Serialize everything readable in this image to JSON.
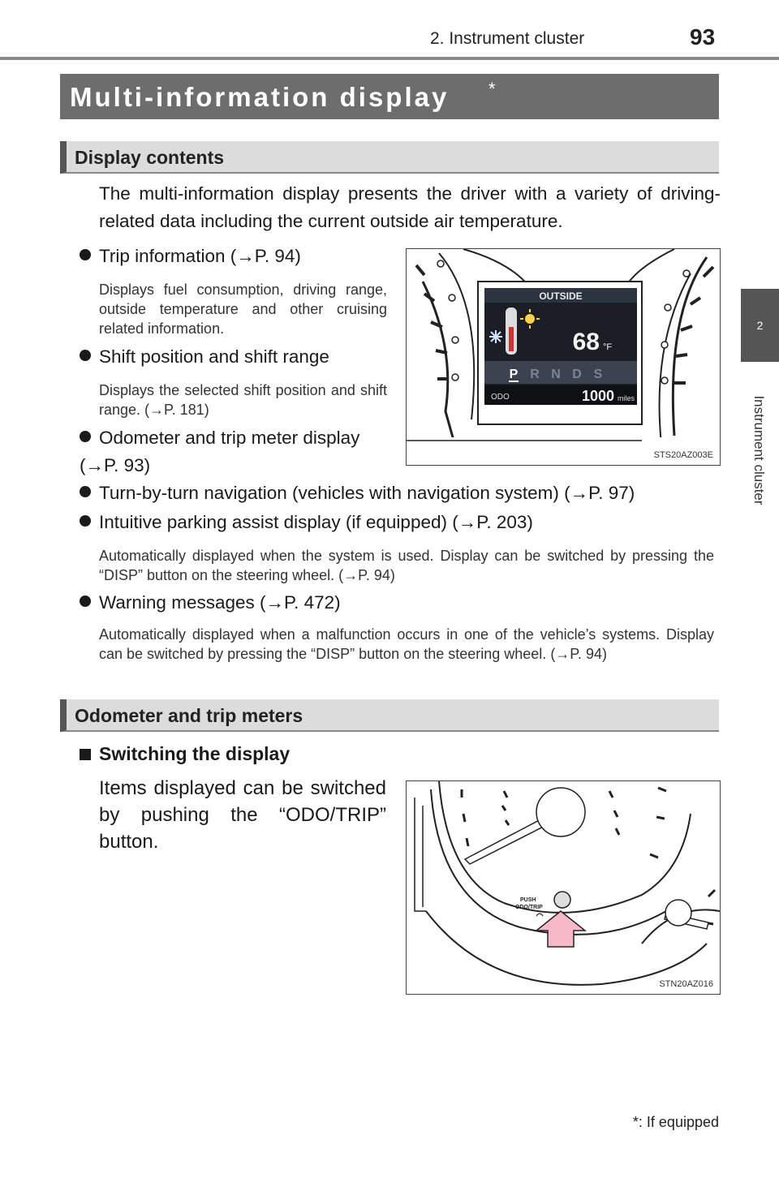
{
  "header": {
    "section": "2. Instrument cluster",
    "page_number": "93"
  },
  "side_tab": {
    "number": "2",
    "label": "Instrument cluster"
  },
  "title": {
    "text": "Multi-information display",
    "asterisk": "*"
  },
  "display_contents": {
    "heading": "Display contents",
    "intro": "The multi-information display presents the driver with a variety of driving-related data including the current outside air temperature.",
    "items": [
      {
        "label": "Trip information (→P. 94)",
        "desc": "Displays fuel consumption, driving range, outside temperature and other cruising related information."
      },
      {
        "label": "Shift position and shift range",
        "desc": "Displays the selected shift position and shift range. (→P. 181)"
      },
      {
        "label": "Odometer and trip meter display (→P. 93)",
        "desc": ""
      },
      {
        "label": "Turn-by-turn navigation (vehicles with navigation system) (→P. 97)",
        "desc": ""
      },
      {
        "label": "Intuitive parking assist display (if equipped) (→P. 203)",
        "desc": "Automatically displayed when the system is used. Display can be switched by pressing the “DISP” button on the steering wheel. (→P. 94)"
      },
      {
        "label": "Warning messages (→P. 472)",
        "desc": "Automatically displayed when a malfunction occurs in one of the vehicle’s systems. Display can be switched by pressing the “DISP” button on the steering wheel. (→P. 94)"
      }
    ],
    "figure": {
      "code": "STS20AZ003E",
      "screen_title": "OUTSIDE",
      "temperature": "68",
      "temp_unit": "°F",
      "gears": [
        "P",
        "R",
        "N",
        "D",
        "S"
      ],
      "selected_gear": "P",
      "odo_label": "ODO",
      "odo_value": "1000",
      "odo_unit": "miles"
    }
  },
  "odometer": {
    "heading": "Odometer and trip meters",
    "subheading": "Switching the display",
    "text": "Items displayed can be switched by pushing the “ODO/TRIP” button.",
    "figure": {
      "code": "STN20AZ016",
      "button_label_1": "PUSH",
      "button_label_2": "ODO/TRIP"
    }
  },
  "footnote": "*: If equipped"
}
